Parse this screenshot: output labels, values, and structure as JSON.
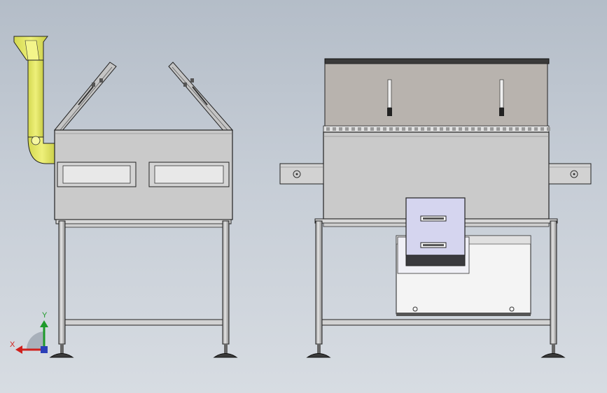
{
  "title": "",
  "views": {
    "side": {
      "name": "side-view"
    },
    "front": {
      "name": "front-view"
    }
  },
  "triad": {
    "x_label": "X",
    "y_label": "Y",
    "x_color": "#d0201c",
    "y_color": "#1e9a2a",
    "z_color": "#2a3fb8"
  },
  "colors": {
    "panel": "#c9c9c9",
    "panel_dark": "#b6b2ad",
    "frame": "#d0d0d0",
    "chute": "#e6ea62",
    "hmi": "#d2d2ee",
    "outline": "#222222"
  }
}
